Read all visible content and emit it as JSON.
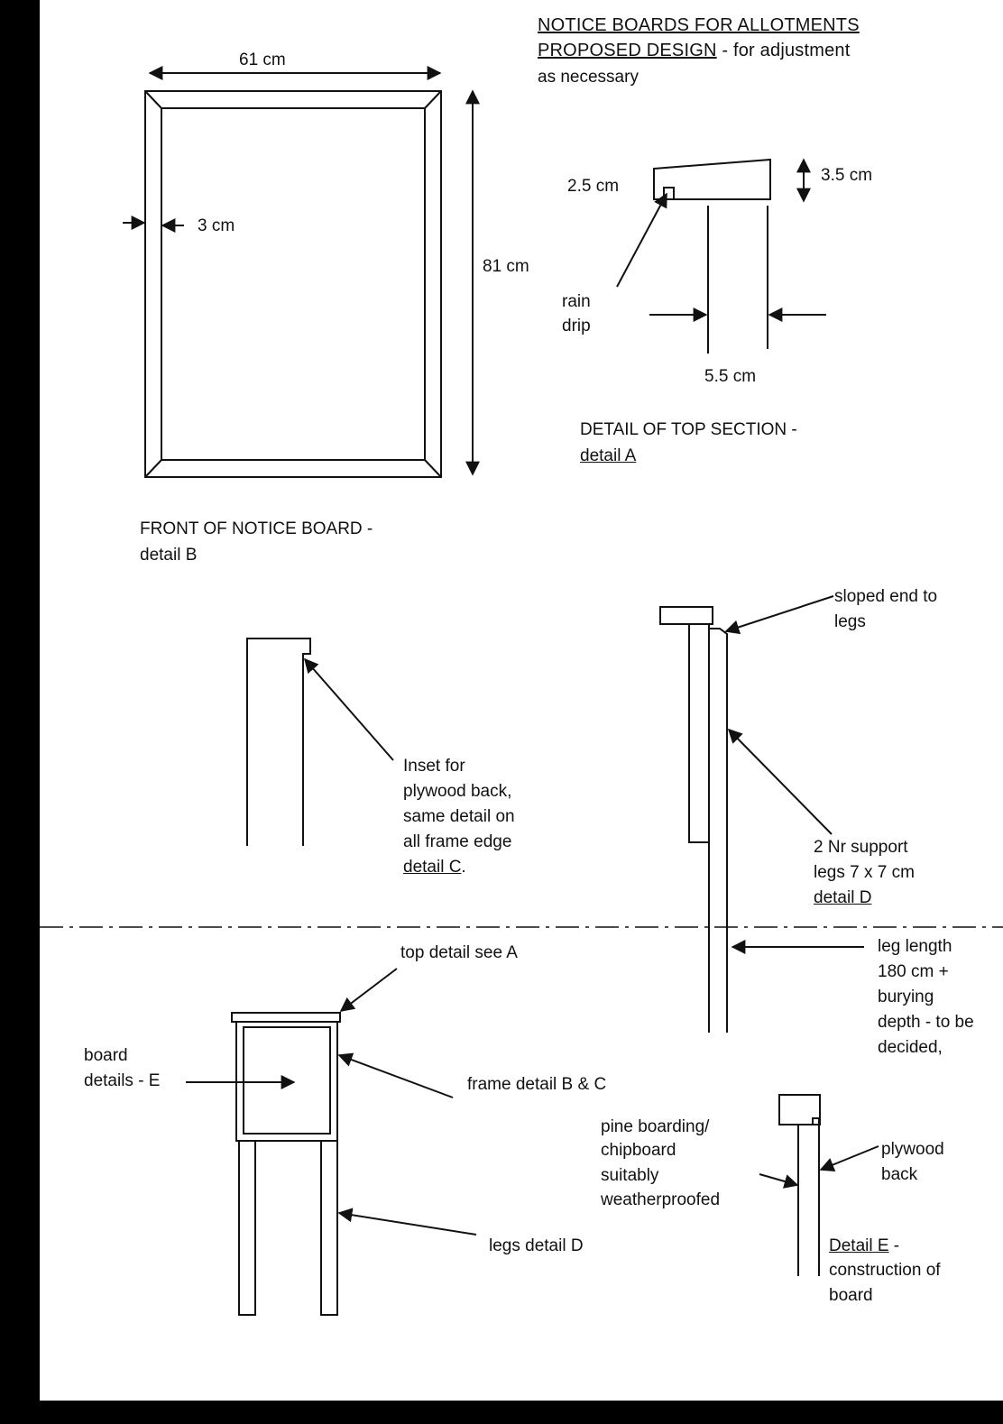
{
  "title": {
    "line1": "NOTICE BOARDS FOR ALLOTMENTS",
    "line2_underlined": "PROPOSED DESIGN",
    "line2_rest": " - for adjustment",
    "line3": "as necessary"
  },
  "front_view": {
    "width_label": "61 cm",
    "height_label": "81 cm",
    "border_label": "3 cm",
    "caption_line1": "FRONT OF NOTICE BOARD -",
    "caption_line2": "detail B"
  },
  "top_section": {
    "label_25": "2.5 cm",
    "label_35": "3.5 cm",
    "rain_drip_line1": "rain",
    "rain_drip_line2": "drip",
    "label_55": "5.5 cm",
    "caption_line1": "DETAIL OF TOP SECTION -",
    "caption_line2": "detail A"
  },
  "inset_detail": {
    "line1": "Inset for",
    "line2": "plywood back,",
    "line3": "same detail on",
    "line4": "all frame edge",
    "line5_underlined": "detail C",
    "line5_rest": "."
  },
  "leg_detail": {
    "sloped_line1": "sloped end to",
    "sloped_line2": "legs",
    "support_line1": "2 Nr support",
    "support_line2": "legs 7 x 7 cm",
    "support_line3": "detail D",
    "length_line1": "leg length",
    "length_line2": "180 cm +",
    "length_line3": "burying",
    "length_line4": "depth - to be",
    "length_line5": "decided,"
  },
  "assembly": {
    "top_detail": "top detail see A",
    "board_details_line1": "board",
    "board_details_line2": "details - E",
    "frame_detail": "frame detail B & C",
    "legs_detail": "legs detail D"
  },
  "detail_e": {
    "pine_line1": "pine boarding/",
    "pine_line2": "chipboard",
    "pine_line3": "suitably",
    "pine_line4": "weatherproofed",
    "plywood_line1": "plywood",
    "plywood_line2": "back",
    "caption_underlined": "Detail E",
    "caption_rest": " -",
    "caption_line2": "construction of",
    "caption_line3": "board"
  }
}
